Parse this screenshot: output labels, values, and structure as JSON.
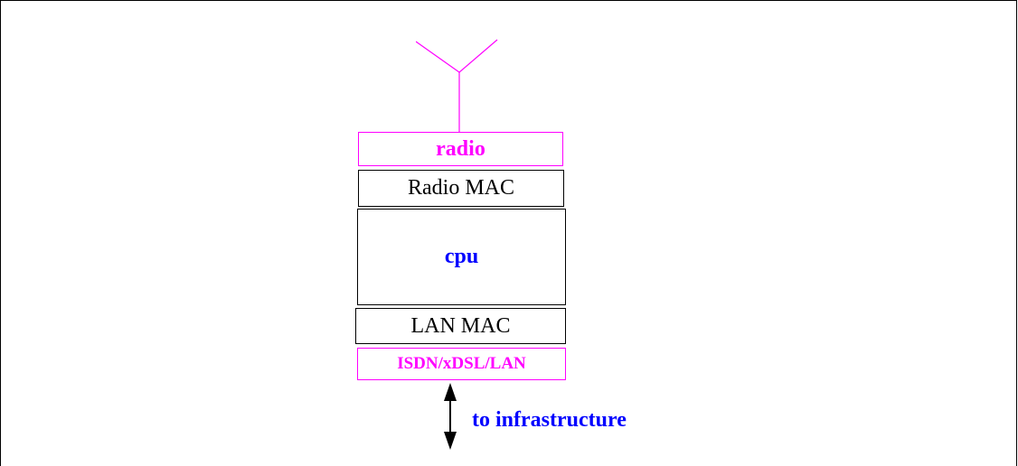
{
  "blocks": {
    "radio": "radio",
    "radio_mac": "Radio MAC",
    "cpu": "cpu",
    "lan_mac": "LAN MAC",
    "isdn": "ISDN/xDSL/LAN"
  },
  "link_label": "to infrastructure",
  "colors": {
    "magenta": "#ff00ff",
    "blue": "#0000ff",
    "black": "#000000"
  },
  "icons": {
    "antenna": "antenna-icon",
    "arrow": "double-arrow-icon"
  }
}
